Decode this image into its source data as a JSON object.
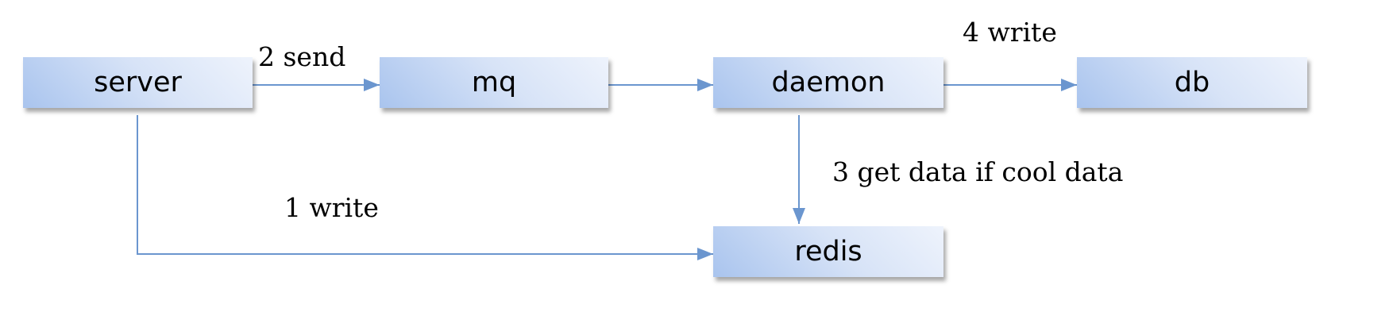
{
  "nodes": {
    "server": "server",
    "mq": "mq",
    "daemon": "daemon",
    "db": "db",
    "redis": "redis"
  },
  "edges": {
    "server_to_redis": "1 write",
    "server_to_mq": "2 send",
    "daemon_to_redis": "3 get data if cool data",
    "daemon_to_db": "4 write"
  },
  "colors": {
    "edge": "#6b96cf",
    "node_gradient_light": "#eef3fc",
    "node_gradient_dark": "#a9c4ee"
  }
}
